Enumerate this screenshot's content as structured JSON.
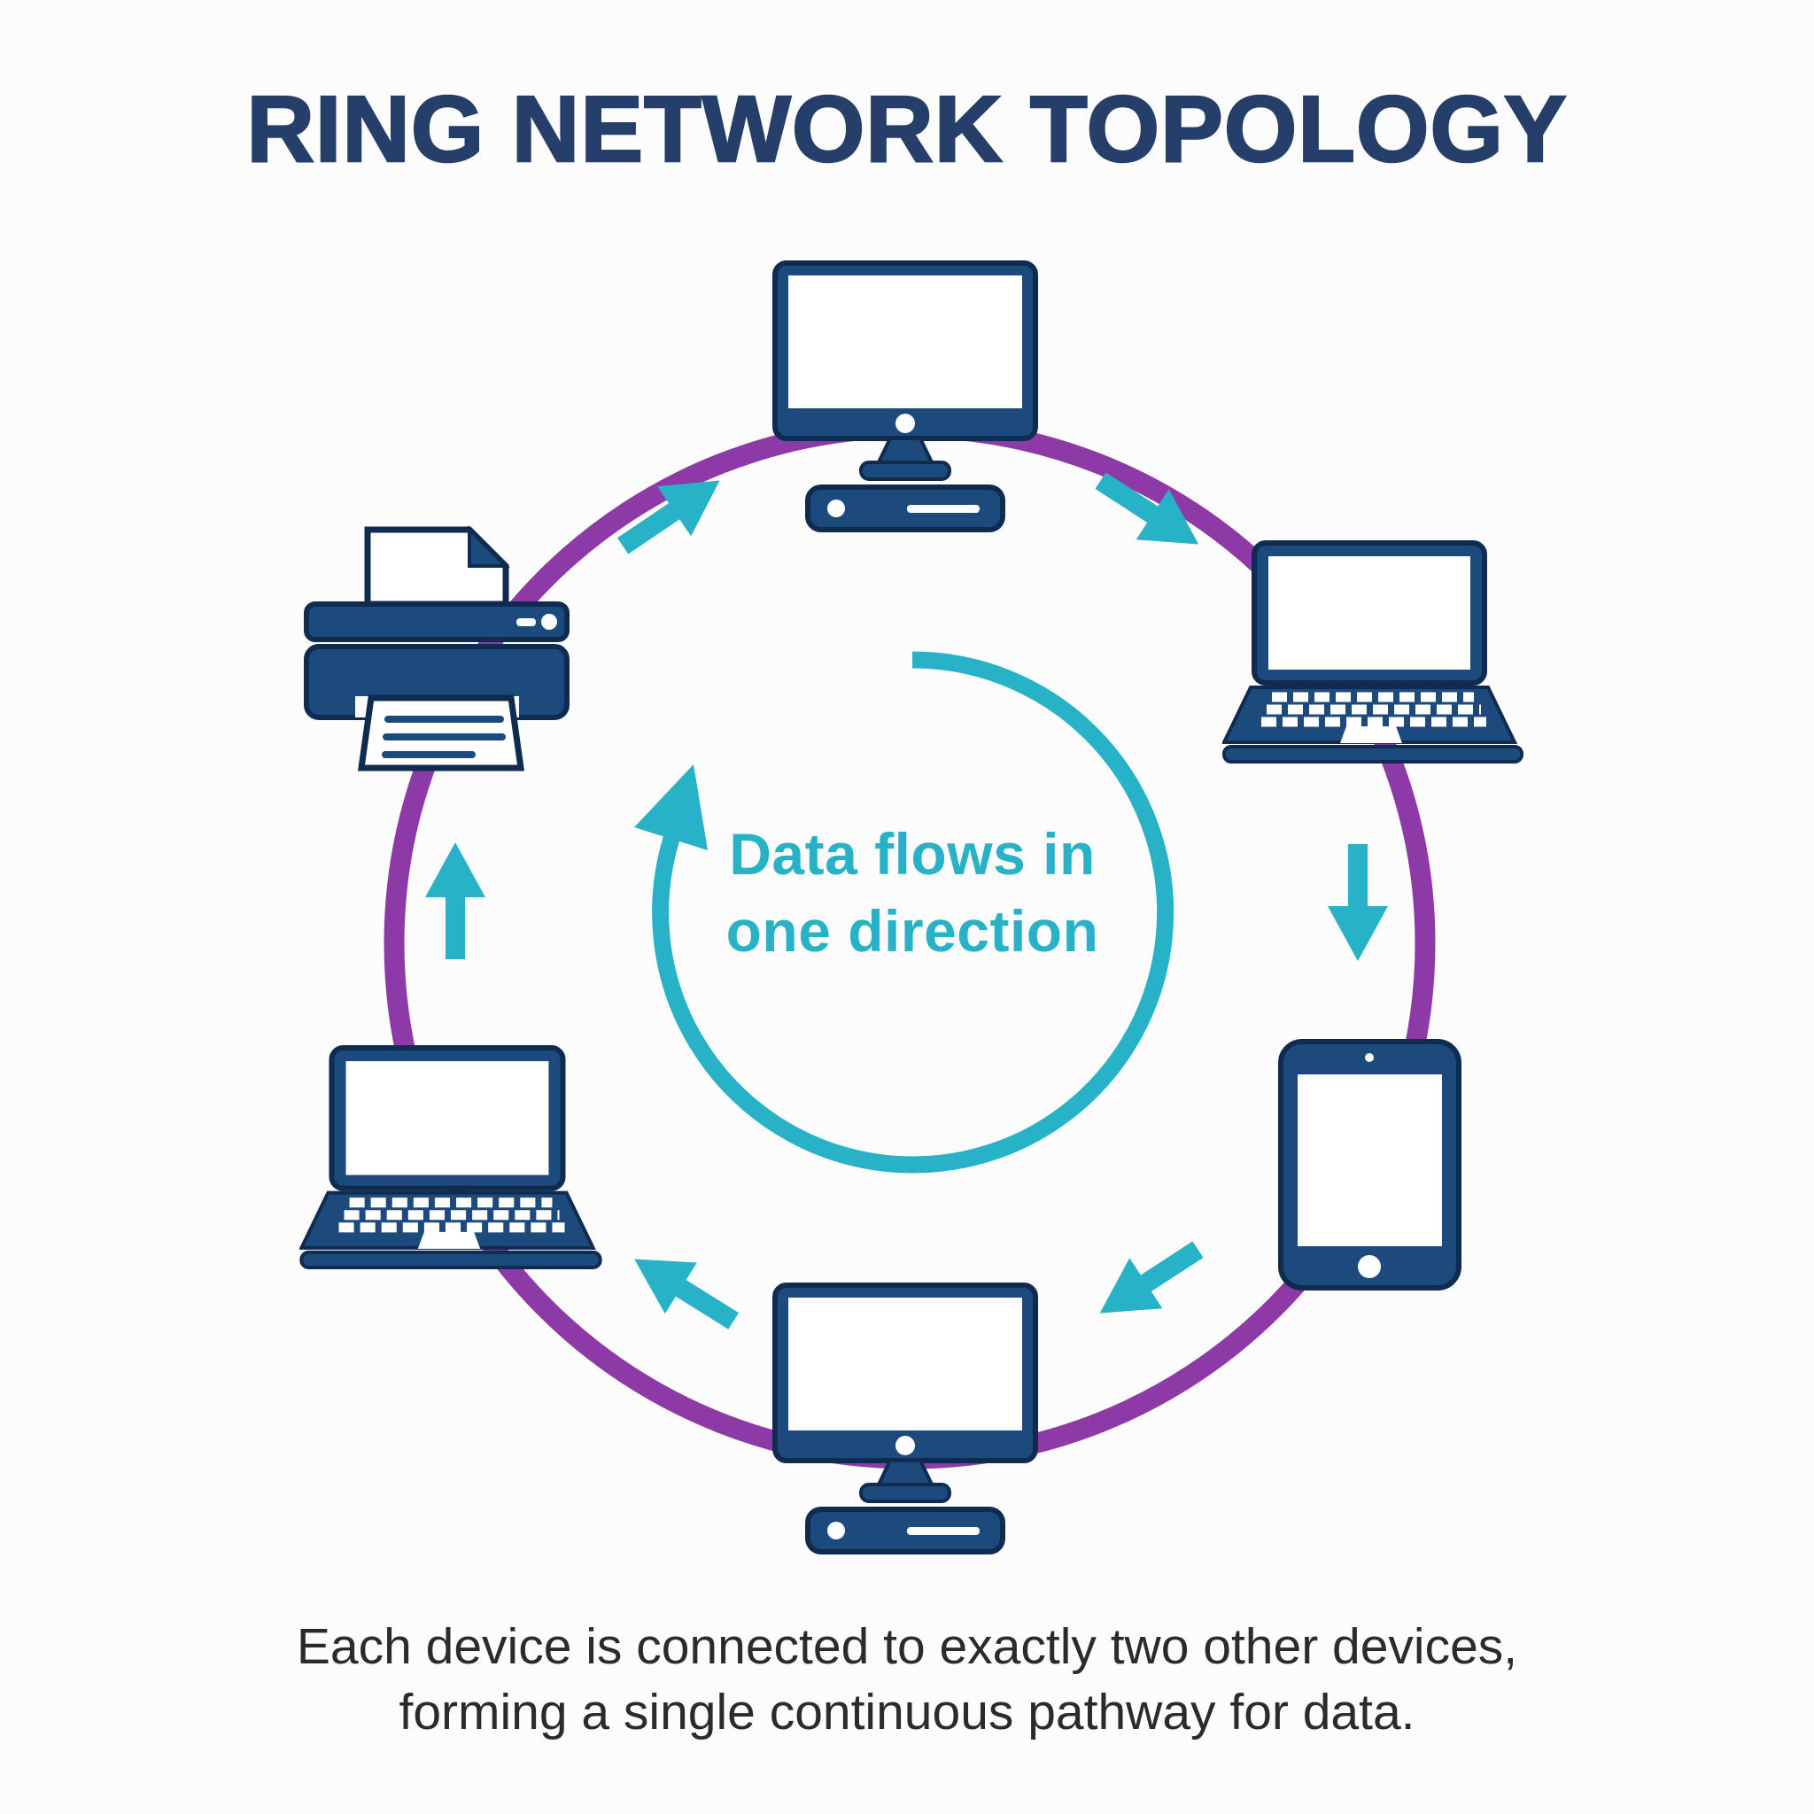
{
  "title": "RING NETWORK TOPOLOGY",
  "center_label": {
    "line1": "Data flows in",
    "line2": "one direction"
  },
  "caption": {
    "line1": "Each device is connected to exactly two other devices,",
    "line2": "forming a single continuous pathway for data."
  },
  "devices": [
    {
      "icon": "desktop-computer-icon",
      "position": "top"
    },
    {
      "icon": "laptop-icon",
      "position": "top-right"
    },
    {
      "icon": "tablet-icon",
      "position": "right"
    },
    {
      "icon": "desktop-computer-icon",
      "position": "bottom"
    },
    {
      "icon": "laptop-icon",
      "position": "bottom-left"
    },
    {
      "icon": "printer-icon",
      "position": "top-left"
    }
  ],
  "flow_arrows": [
    "up-right",
    "down-right",
    "down",
    "down-left",
    "up-left",
    "up"
  ],
  "colors": {
    "background": "#fcfcfc",
    "title_navy": "#253f6a",
    "device_navy": "#1d4a7d",
    "device_outline": "#0f2c50",
    "ring_purple": "#8e3aa6",
    "accent_teal": "#28b2c7",
    "caption_dark": "#2b2b2b"
  }
}
